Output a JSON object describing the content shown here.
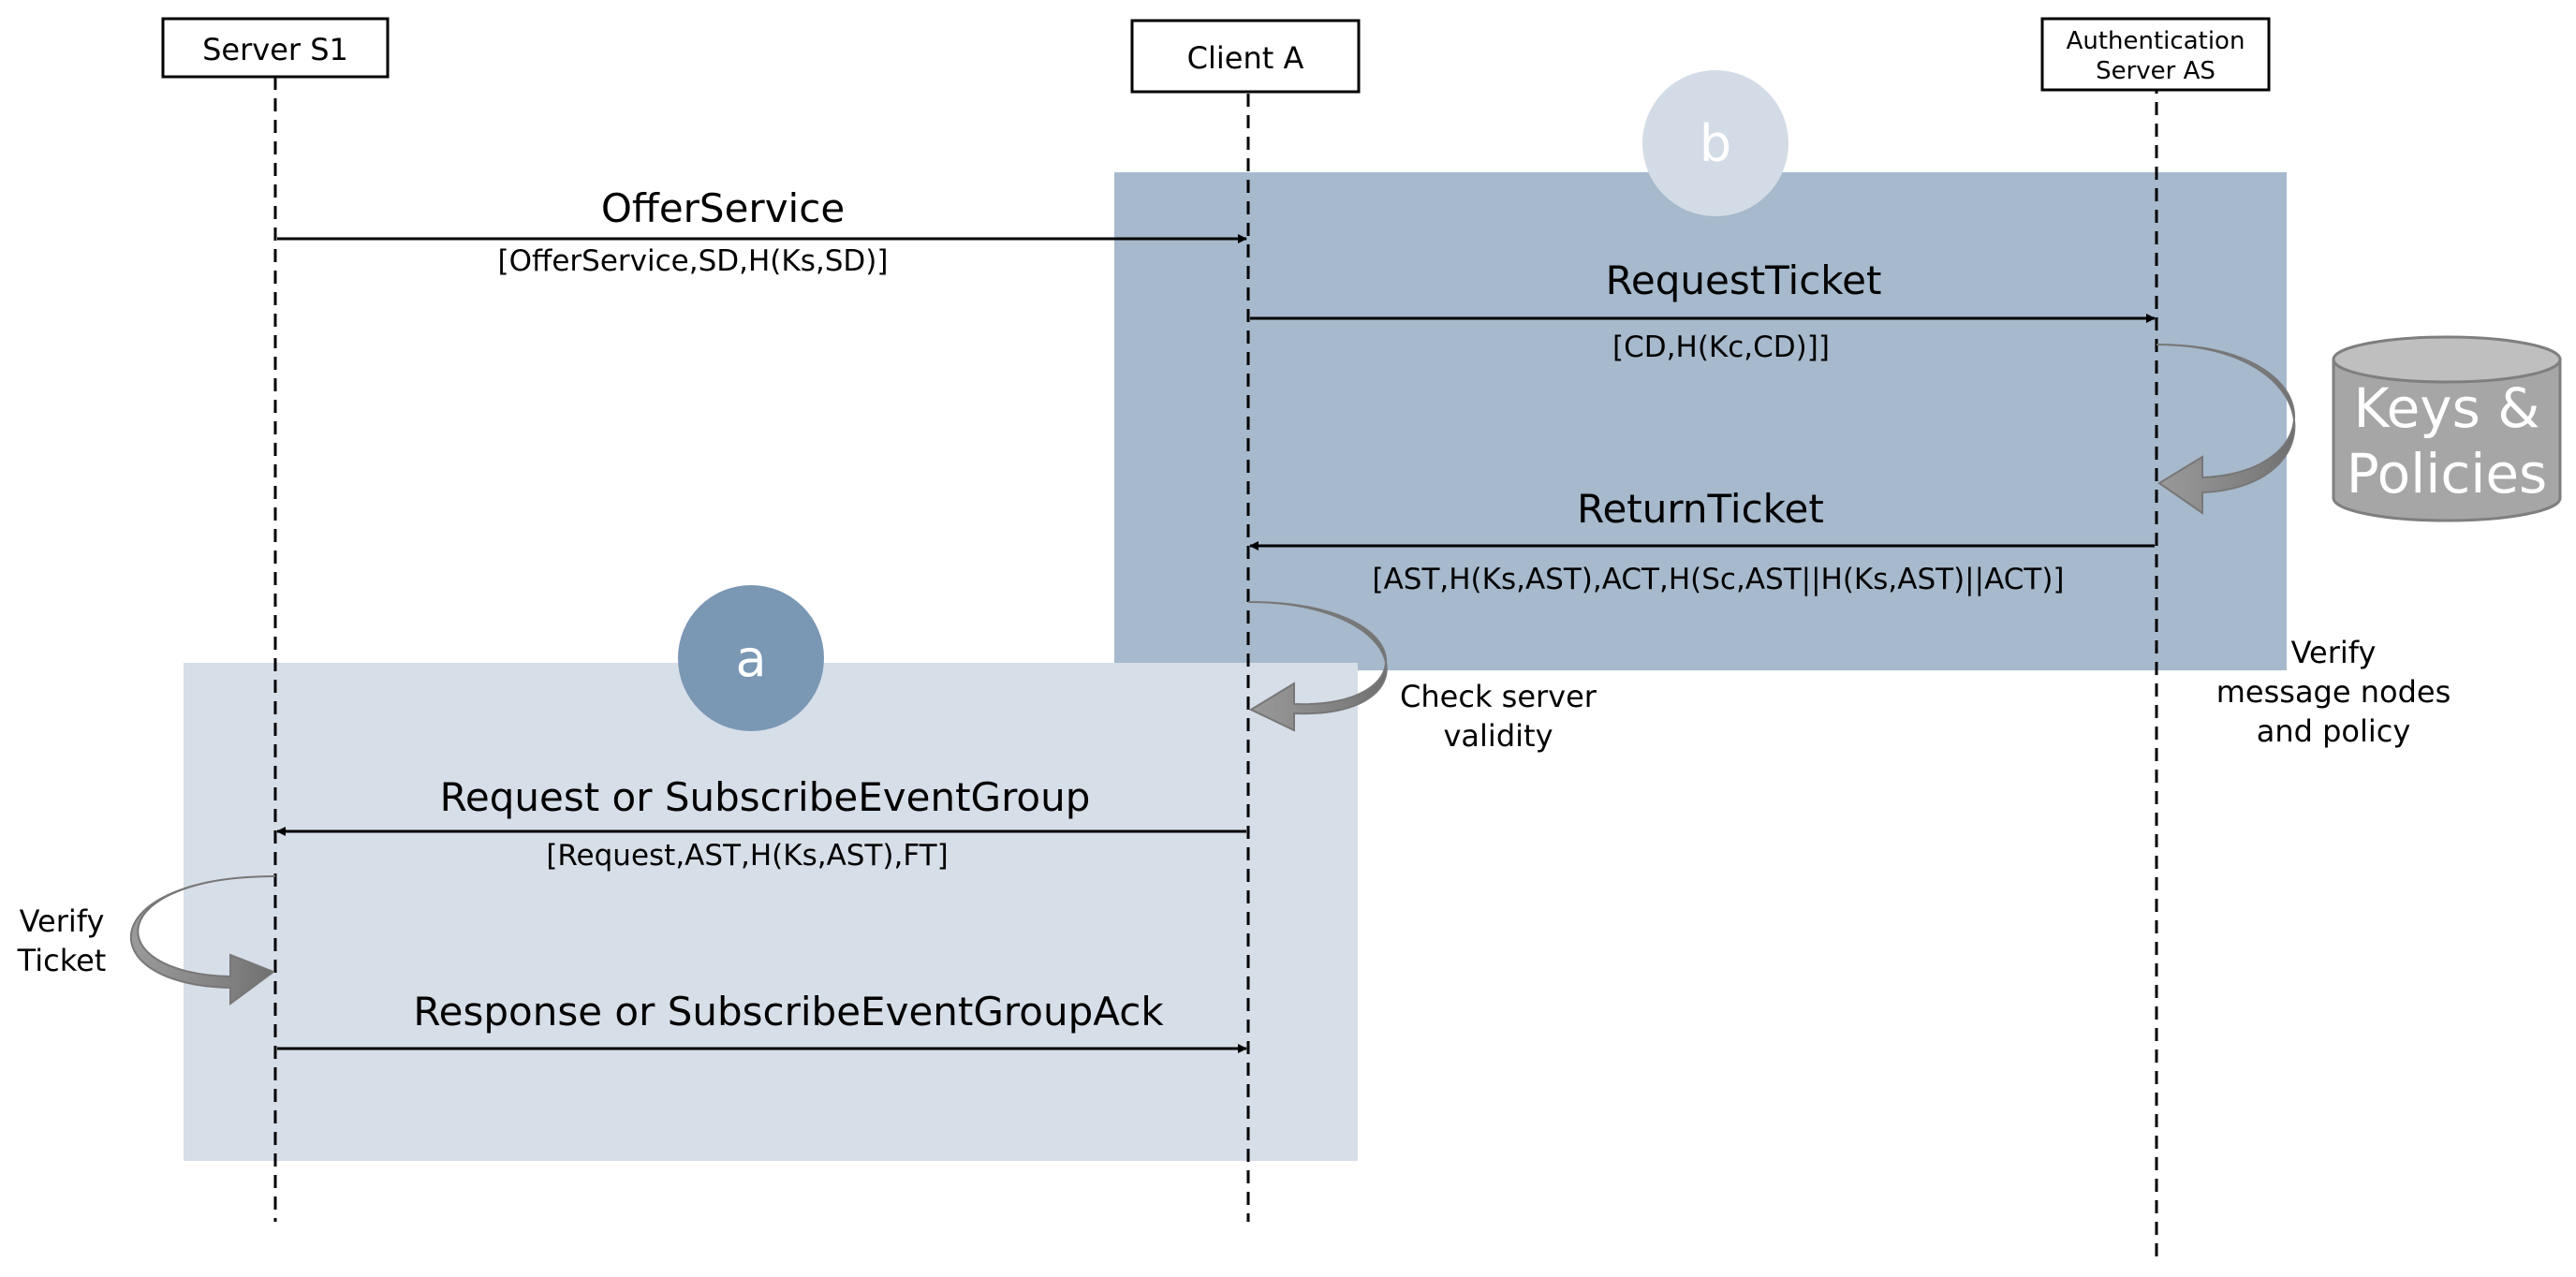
{
  "participants": {
    "server": "Server S1",
    "client": "Client A",
    "auth_line1": "Authentication",
    "auth_line2": "Server AS"
  },
  "regions": {
    "a": "a",
    "b": "b"
  },
  "database": {
    "line1": "Keys &",
    "line2": "Policies"
  },
  "messages": {
    "offer": {
      "title": "OfferService",
      "params": "[OfferService,SD,H(Ks,SD)]"
    },
    "request_ticket": {
      "title": "RequestTicket",
      "params": "[CD,H(Kc,CD)]]"
    },
    "return_ticket": {
      "title": "ReturnTicket",
      "params": "[AST,H(Ks,AST),ACT,H(Sc,AST||H(Ks,AST)||ACT)]"
    },
    "request": {
      "title": "Request or SubscribeEventGroup",
      "params": "[Request,AST,H(Ks,AST),FT]"
    },
    "response": {
      "title": "Response or SubscribeEventGroupAck",
      "params": ""
    }
  },
  "notes": {
    "check_line1": "Check server",
    "check_line2": "validity",
    "verify_policy_line1": "Verify",
    "verify_policy_line2": "message nodes",
    "verify_policy_line3": "and policy",
    "verify_ticket_line1": "Verify",
    "verify_ticket_line2": "Ticket"
  },
  "colors": {
    "region_a": "#d6dee8",
    "region_b": "#a7b9cc",
    "circle_a": "#7a97b4",
    "circle_b": "#d3dce6",
    "curl_arrow": "#8c8c8c",
    "database": "#a6a6a6"
  }
}
